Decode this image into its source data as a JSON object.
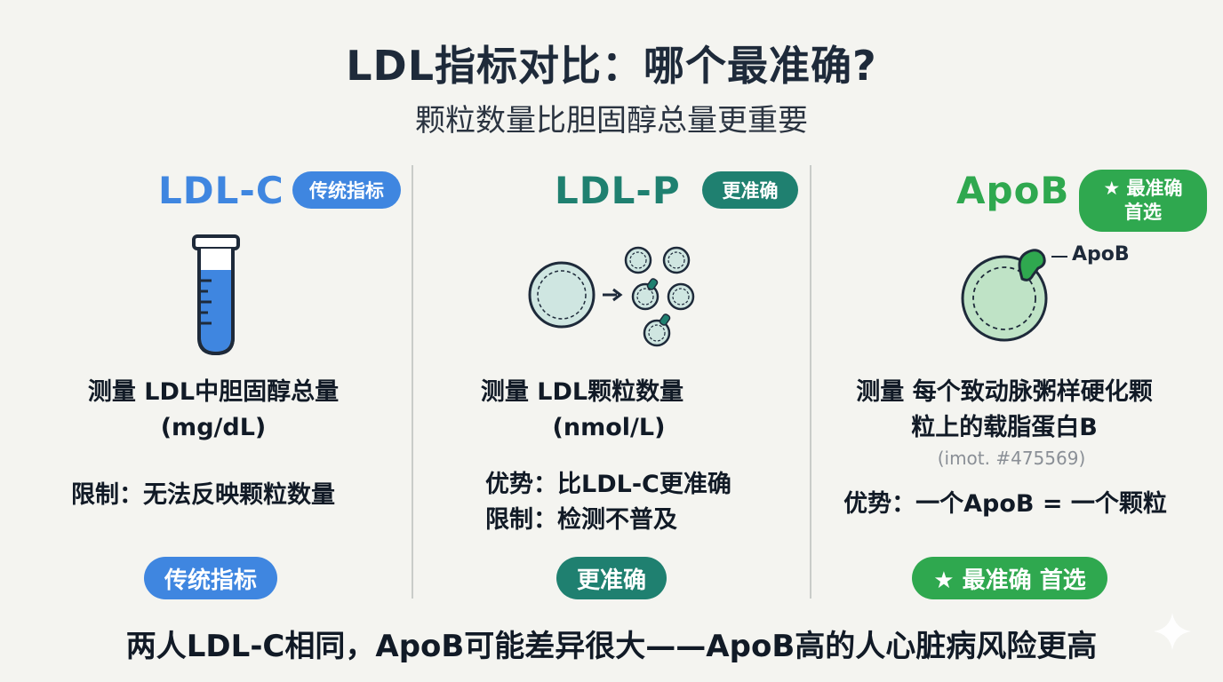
{
  "header": {
    "title": "LDL指标对比：哪个最准确?",
    "subtitle": "颗粒数量比胆固醇总量更重要"
  },
  "columns": [
    {
      "heading": "LDL-C",
      "tag": "传统指标",
      "measure_line1": "测量 LDL中胆固醇总量",
      "measure_line2": "(mg/dL)",
      "limit": "限制：无法反映颗粒数量",
      "badge": "传统指标",
      "color": "#3f86e0"
    },
    {
      "heading": "LDL-P",
      "tag": "更准确",
      "measure_line1": "测量 LDL颗粒数量",
      "measure_line2": "(nmol/L)",
      "advantage": "优势：比LDL-C更准确",
      "limit": "限制：检测不普及",
      "badge": "更准确",
      "color": "#1f8070"
    },
    {
      "heading": "ApoB",
      "tag_line1": "★ 最准确",
      "tag_line2": "首选",
      "icon_label": "ApoB",
      "measure_line1": "测量 每个致动脉粥样硬化颗",
      "measure_line2": "粒上的载脂蛋白B",
      "note": "(imot. #475569)",
      "advantage": "优势：一个ApoB = 一个颗粒",
      "badge": "★ 最准确 首选",
      "color": "#2fa84f"
    }
  ],
  "footer": {
    "text": "两人LDL-C相同，ApoB可能差异很大——ApoB高的人心脏病风险更高"
  }
}
